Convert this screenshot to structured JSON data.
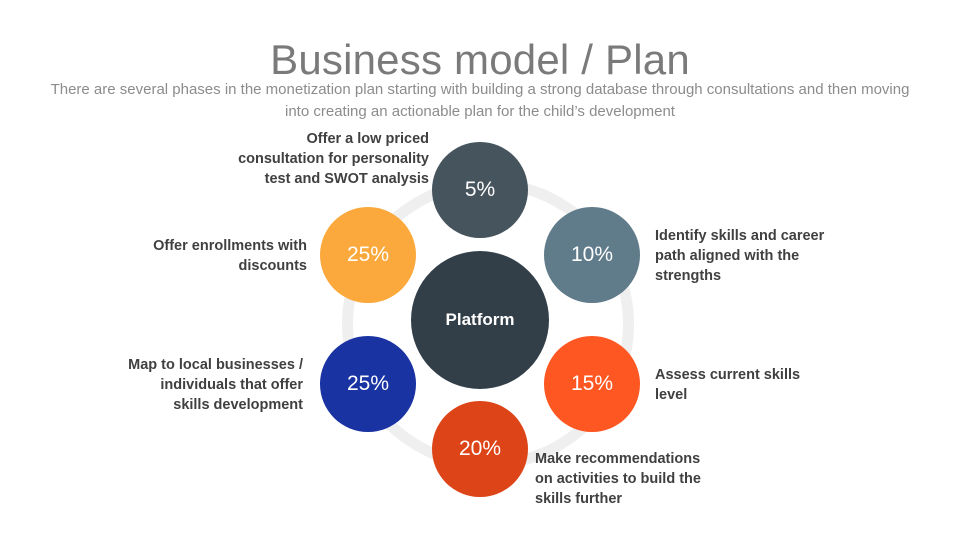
{
  "title": "Business model / Plan",
  "subtitle": "There are several phases in the monetization plan starting with building a strong database through consultations and then moving into creating an actionable plan for the child’s development",
  "center": {
    "label": "Platform"
  },
  "nodes": [
    {
      "value": "5%",
      "color": "#46545e",
      "label": "Offer a low priced consultation for personality test and SWOT analysis"
    },
    {
      "value": "10%",
      "color": "#607b8a",
      "label": "Identify skills and career path aligned with the strengths"
    },
    {
      "value": "15%",
      "color": "#ff5722",
      "label": "Assess current skills level"
    },
    {
      "value": "20%",
      "color": "#dd4417",
      "label": "Make recommendations on activities to build the skills further"
    },
    {
      "value": "25%",
      "color": "#1a33a3",
      "label": "Map to local businesses / individuals that offer skills development"
    },
    {
      "value": "25%",
      "color": "#fba93c",
      "label": "Offer enrollments with discounts"
    }
  ]
}
